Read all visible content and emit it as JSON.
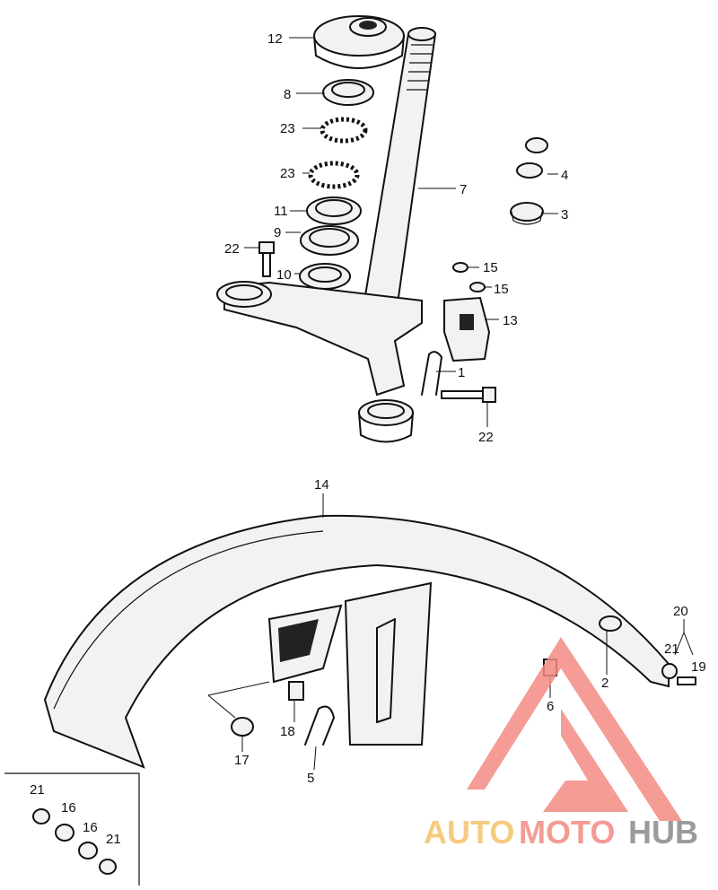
{
  "callouts": {
    "c1": "1",
    "c2": "2",
    "c3": "3",
    "c4": "4",
    "c5": "5",
    "c6": "6",
    "c7": "7",
    "c8": "8",
    "c9": "9",
    "c10": "10",
    "c11": "11",
    "c12": "12",
    "c13": "13",
    "c14": "14",
    "c15a": "15",
    "c15b": "15",
    "c16a": "16",
    "c16b": "16",
    "c17": "17",
    "c18": "18",
    "c19": "19",
    "c20": "20",
    "c21a": "21",
    "c21b": "21",
    "c21c": "21",
    "c22a": "22",
    "c22b": "22",
    "c23a": "23",
    "c23b": "23"
  },
  "watermark": {
    "auto": "AUTO",
    "moto": "MOTO",
    "hub": "HUB",
    "colors": {
      "auto": "#f5c26b",
      "moto": "#f28b82",
      "hub": "#8a8a8a",
      "mark": "#f28b82"
    }
  }
}
